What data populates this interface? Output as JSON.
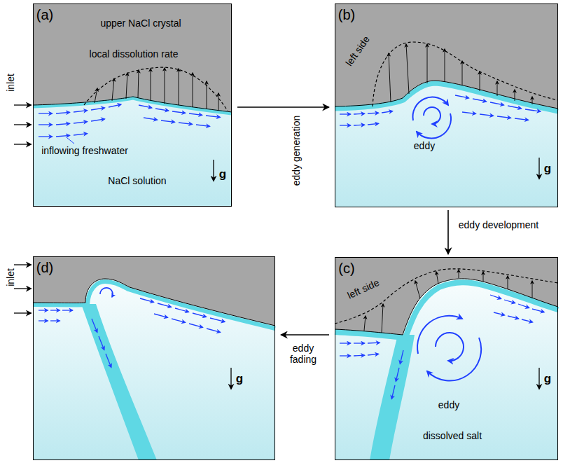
{
  "diagram": {
    "nodes": [
      {
        "text": [
          "(a)",
          "upper NaCl crystal",
          "local dissolution rate",
          "inflowing freshwater",
          "NaCl solution",
          "g"
        ]
      },
      {
        "text": [
          "(b)",
          "left side",
          "eddy",
          "g"
        ]
      },
      {
        "text": [
          "(c)",
          "left side",
          "eddy",
          "dissolved salt",
          "g"
        ]
      },
      {
        "text": [
          "(d)",
          "g"
        ]
      }
    ],
    "edges": [
      {
        "from": 0,
        "to": 1,
        "label": "eddy generation",
        "arrow": "to"
      },
      {
        "from": 1,
        "to": 2,
        "label": "eddy development",
        "arrow": "to"
      },
      {
        "from": 2,
        "to": 3,
        "label": "eddy fading",
        "arrow": "to"
      }
    ],
    "labels": [
      "inlet",
      "inlet"
    ]
  }
}
